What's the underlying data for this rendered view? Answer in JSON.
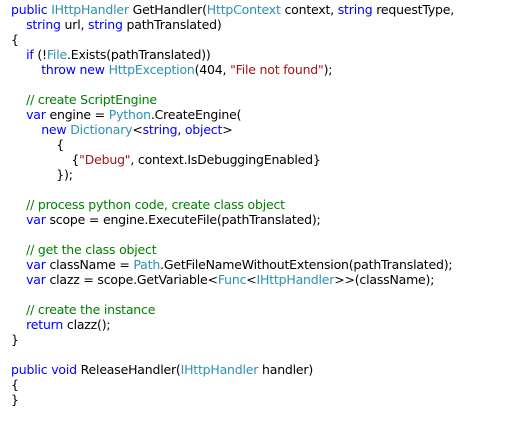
{
  "editor": {
    "colors": {
      "keyword": "#0000ff",
      "type": "#2b91af",
      "string": "#a31515",
      "comment": "#008000",
      "plain": "#000000",
      "background": "#ffffff"
    },
    "lines": [
      [
        [
          "k",
          "public "
        ],
        [
          "t",
          "IHttpHandler"
        ],
        [
          "p",
          " GetHandler("
        ],
        [
          "t",
          "HttpContext"
        ],
        [
          "p",
          " context, "
        ],
        [
          "k",
          "string"
        ],
        [
          "p",
          " requestType,"
        ]
      ],
      [
        [
          "p",
          "    "
        ],
        [
          "k",
          "string"
        ],
        [
          "p",
          " url, "
        ],
        [
          "k",
          "string"
        ],
        [
          "p",
          " pathTranslated)"
        ]
      ],
      [
        [
          "p",
          "{"
        ]
      ],
      [
        [
          "p",
          "    "
        ],
        [
          "k",
          "if"
        ],
        [
          "p",
          " (!"
        ],
        [
          "t",
          "File"
        ],
        [
          "p",
          ".Exists(pathTranslated))"
        ]
      ],
      [
        [
          "p",
          "        "
        ],
        [
          "k",
          "throw"
        ],
        [
          "p",
          " "
        ],
        [
          "k",
          "new"
        ],
        [
          "p",
          " "
        ],
        [
          "t",
          "HttpException"
        ],
        [
          "p",
          "(404, "
        ],
        [
          "s",
          "\"File not found\""
        ],
        [
          "p",
          ");"
        ]
      ],
      [
        [
          "p",
          ""
        ]
      ],
      [
        [
          "p",
          "    "
        ],
        [
          "c",
          "// create ScriptEngine"
        ]
      ],
      [
        [
          "p",
          "    "
        ],
        [
          "k",
          "var"
        ],
        [
          "p",
          " engine = "
        ],
        [
          "t",
          "Python"
        ],
        [
          "p",
          ".CreateEngine("
        ]
      ],
      [
        [
          "p",
          "        "
        ],
        [
          "k",
          "new"
        ],
        [
          "p",
          " "
        ],
        [
          "t",
          "Dictionary"
        ],
        [
          "p",
          "<"
        ],
        [
          "k",
          "string"
        ],
        [
          "p",
          ", "
        ],
        [
          "k",
          "object"
        ],
        [
          "p",
          ">"
        ]
      ],
      [
        [
          "p",
          "            {"
        ]
      ],
      [
        [
          "p",
          "                {"
        ],
        [
          "s",
          "\"Debug\""
        ],
        [
          "p",
          ", context.IsDebuggingEnabled}"
        ]
      ],
      [
        [
          "p",
          "            });"
        ]
      ],
      [
        [
          "p",
          ""
        ]
      ],
      [
        [
          "p",
          "    "
        ],
        [
          "c",
          "// process python code, create class object"
        ]
      ],
      [
        [
          "p",
          "    "
        ],
        [
          "k",
          "var"
        ],
        [
          "p",
          " scope = engine.ExecuteFile(pathTranslated);"
        ]
      ],
      [
        [
          "p",
          ""
        ]
      ],
      [
        [
          "p",
          "    "
        ],
        [
          "c",
          "// get the class object"
        ]
      ],
      [
        [
          "p",
          "    "
        ],
        [
          "k",
          "var"
        ],
        [
          "p",
          " className = "
        ],
        [
          "t",
          "Path"
        ],
        [
          "p",
          ".GetFileNameWithoutExtension(pathTranslated);"
        ]
      ],
      [
        [
          "p",
          "    "
        ],
        [
          "k",
          "var"
        ],
        [
          "p",
          " clazz = scope.GetVariable<"
        ],
        [
          "t",
          "Func"
        ],
        [
          "p",
          "<"
        ],
        [
          "t",
          "IHttpHandler"
        ],
        [
          "p",
          ">>(className);"
        ]
      ],
      [
        [
          "p",
          ""
        ]
      ],
      [
        [
          "p",
          "    "
        ],
        [
          "c",
          "// create the instance"
        ]
      ],
      [
        [
          "p",
          "    "
        ],
        [
          "k",
          "return"
        ],
        [
          "p",
          " clazz();"
        ]
      ],
      [
        [
          "p",
          "}"
        ]
      ],
      [
        [
          "p",
          ""
        ]
      ],
      [
        [
          "k",
          "public"
        ],
        [
          "p",
          " "
        ],
        [
          "k",
          "void"
        ],
        [
          "p",
          " ReleaseHandler("
        ],
        [
          "t",
          "IHttpHandler"
        ],
        [
          "p",
          " handler)"
        ]
      ],
      [
        [
          "p",
          "{"
        ]
      ],
      [
        [
          "p",
          "}"
        ]
      ]
    ]
  }
}
